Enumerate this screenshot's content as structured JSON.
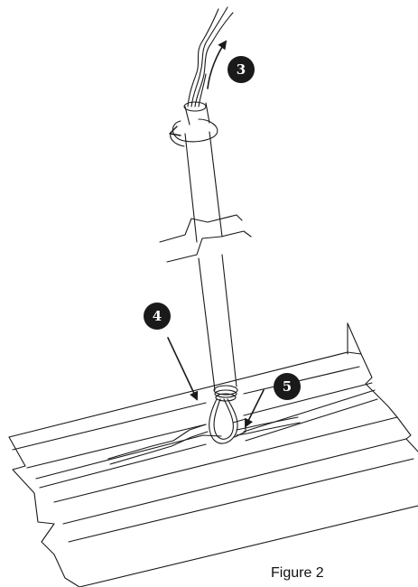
{
  "figure": {
    "caption": "Figure 2",
    "callouts": [
      {
        "id": "3",
        "label": "3"
      },
      {
        "id": "4",
        "label": "4"
      },
      {
        "id": "5",
        "label": "5"
      }
    ]
  },
  "colors": {
    "line": "#1a1a1a",
    "callout_fill": "#1a1a1a",
    "callout_text": "#ffffff",
    "background": "#ffffff"
  }
}
